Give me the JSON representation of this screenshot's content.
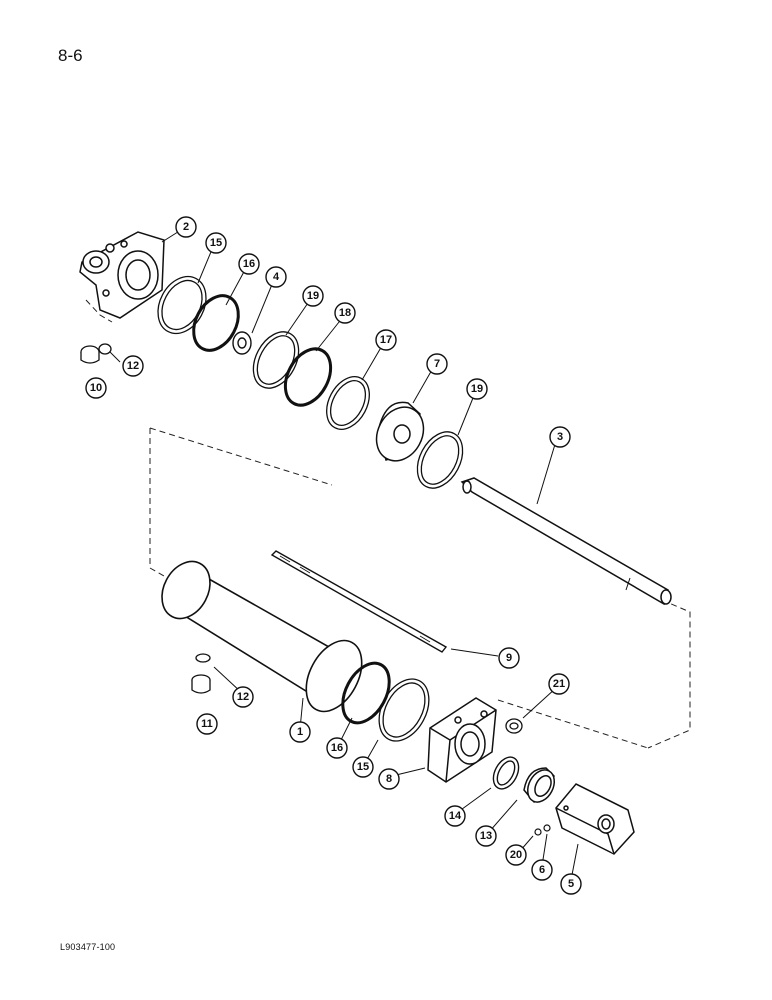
{
  "page_number": "8-6",
  "figure_code": "L903477-100",
  "callouts": [
    "1",
    "2",
    "3",
    "4",
    "5",
    "6",
    "7",
    "8",
    "9",
    "10",
    "11",
    "12",
    "12",
    "13",
    "14",
    "15",
    "15",
    "16",
    "16",
    "17",
    "18",
    "19",
    "19",
    "20",
    "21"
  ]
}
